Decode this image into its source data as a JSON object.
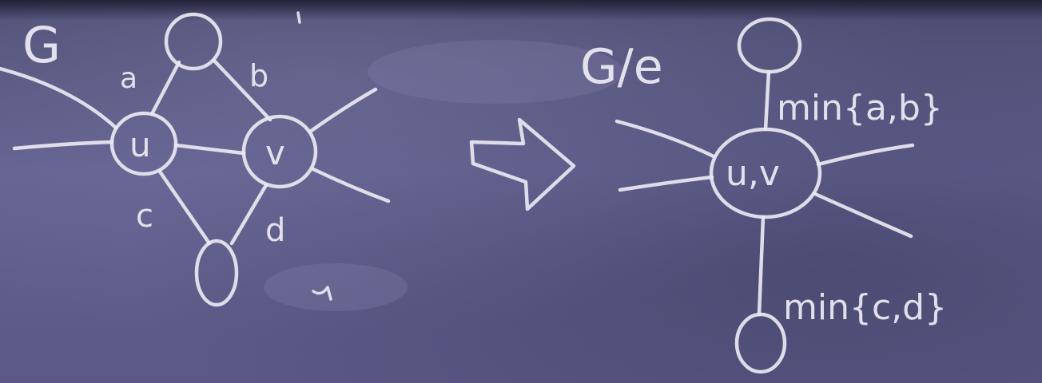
{
  "left_graph": {
    "title": "G",
    "node_u": "u",
    "node_v": "v",
    "edge_a": "a",
    "edge_b": "b",
    "edge_c": "c",
    "edge_d": "d"
  },
  "arrow_icon": "double-arrow-right-icon",
  "right_graph": {
    "title": "G/e",
    "node_uv": "u,v",
    "edge_top_label": "min{a,b}",
    "edge_bottom_label": "min{c,d}"
  },
  "colors": {
    "board": "#5f5e86",
    "chalk": "#e9e8f2"
  }
}
